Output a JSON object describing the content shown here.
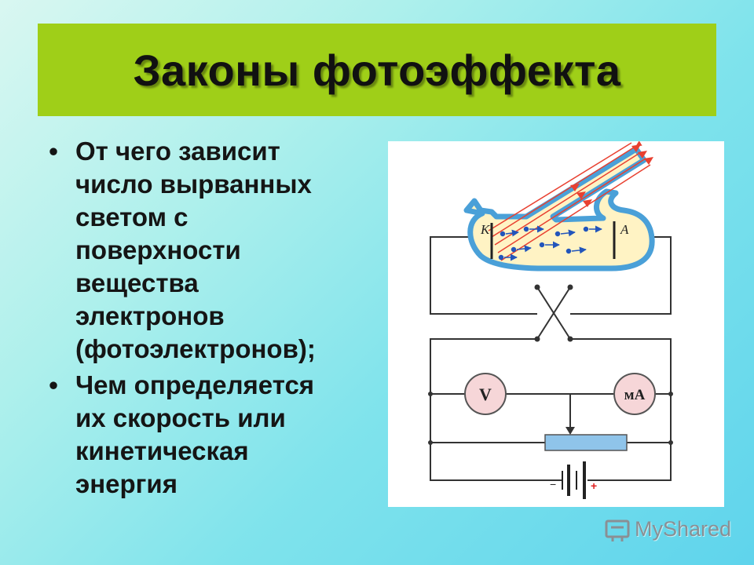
{
  "slide": {
    "title": "Законы фотоэффекта",
    "bullets": [
      {
        "marker": "•",
        "lines": [
          "От чего зависит",
          "число вырванных",
          "светом с",
          "поверхности",
          "вещества",
          "электронов",
          "(фотоэлектронов);"
        ]
      },
      {
        "marker": "•",
        "lines": [
          "Чем определяется",
          "их скорость или",
          "кинетическая",
          "энергия"
        ]
      }
    ]
  },
  "diagram": {
    "cathode_label": "K",
    "anode_label": "A",
    "voltmeter_label": "V",
    "milliammeter_label": "мА",
    "battery_minus": "−",
    "battery_plus": "+"
  },
  "watermark": {
    "text": "MyShared",
    "icon": "myshared-logo-icon"
  },
  "colors": {
    "title_bar": "#9fcf18",
    "tube_fill": "#fff3c4",
    "tube_outline": "#4aa0d8",
    "light_rays": "#e84030",
    "meter_fill": "#f6d6d8",
    "rheostat": "#8fc4ea"
  }
}
